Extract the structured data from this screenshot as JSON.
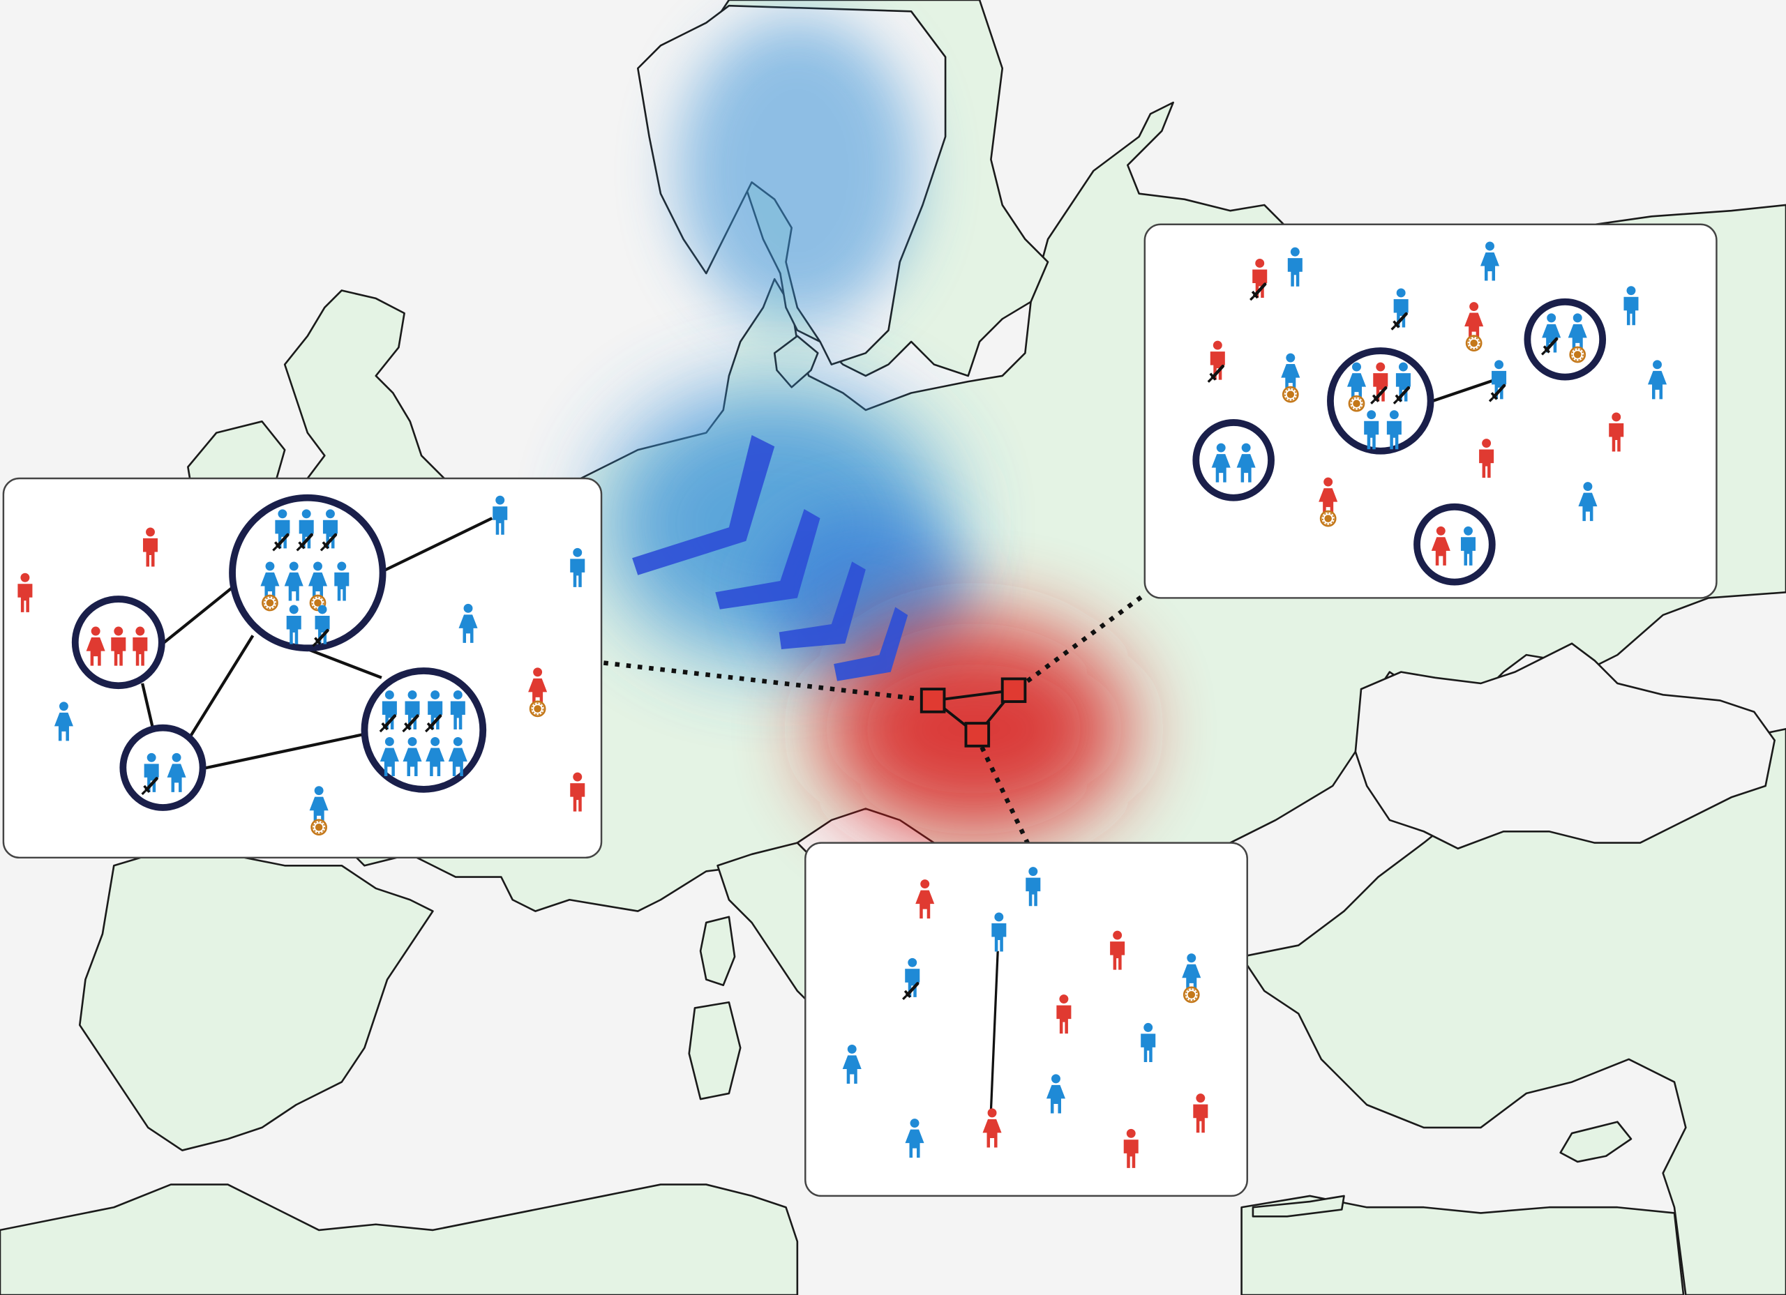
{
  "colors": {
    "sea": "#f4f4f4",
    "land": "#e4f3e4",
    "coast": "#1a1a1a",
    "male_blue": "#1f8ad6",
    "female_red": "#e03a31",
    "arrow": "#2d4fd6",
    "glow_blue": "#3a93d8",
    "glow_red": "#d91e1e",
    "ring": "#1a1f4a",
    "ornament": "#c4781a",
    "panel_border": "#444444"
  },
  "legend_symbols": {
    "person_male": "man-icon",
    "person_female": "woman-icon",
    "weapon": "sword-icon",
    "ornament": "brooch-icon",
    "kin_group": "group-circle"
  },
  "panels": [
    {
      "name": "west-panel",
      "theme": "dense kin network"
    },
    {
      "name": "northeast-panel",
      "theme": "scattered kin groups"
    },
    {
      "name": "south-panel",
      "theme": "individuals"
    }
  ],
  "migration": {
    "direction": "north-to-south-east",
    "chevrons": 4
  }
}
